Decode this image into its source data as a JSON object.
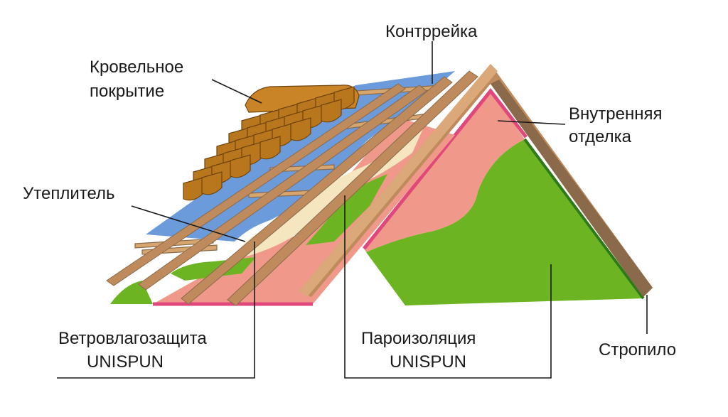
{
  "labels": {
    "counter_batten": "Контррейка",
    "roofing_line1": "Кровельное",
    "roofing_line2": "покрытие",
    "interior_line1": "Внутренняя",
    "interior_line2": "отделка",
    "insulation": "Утеплитель",
    "wind_barrier_line1": "Ветровлагозащита",
    "wind_barrier_line2": "UNISPUN",
    "vapor_barrier_line1": "Пароизоляция",
    "vapor_barrier_line2": "UNISPUN",
    "rafter": "Стропило"
  },
  "colors": {
    "roof_tile": "#b9771d",
    "wind_membrane": "#6c9bdc",
    "insulation": "#f5e6c0",
    "vapor_barrier": "#f0998a",
    "vapor_edge": "#e0477a",
    "interior_finish": "#6db422",
    "rafter_wood": "#c08b5c",
    "rafter_dark": "#8a6a4a"
  }
}
